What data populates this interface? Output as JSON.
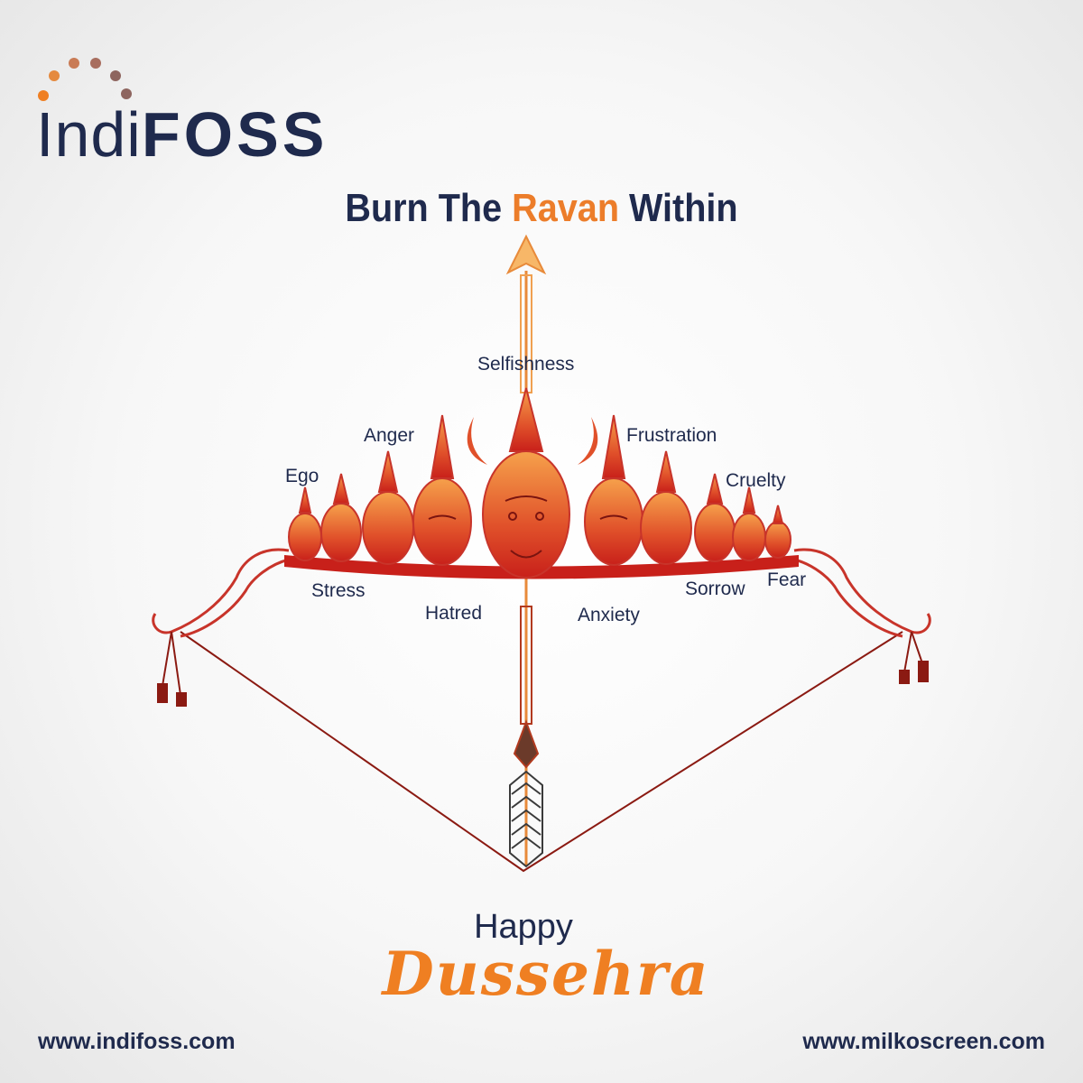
{
  "brand": {
    "name_light": "Indi",
    "name_bold": "FOSS",
    "dot_colors": [
      "#ef7f22",
      "#e58a3f",
      "#c97b55",
      "#a86e5f",
      "#8e655f"
    ]
  },
  "headline": {
    "before": "Burn The ",
    "accent": "Ravan",
    "after": " Within"
  },
  "labels": {
    "selfishness": "Selfishness",
    "anger": "Anger",
    "frustration": "Frustration",
    "ego": "Ego",
    "cruelty": "Cruelty",
    "stress": "Stress",
    "hatred": "Hatred",
    "anxiety": "Anxiety",
    "sorrow": "Sorrow",
    "fear": "Fear"
  },
  "greeting": {
    "line1": "Happy",
    "line2": "Dussehra"
  },
  "footer": {
    "left_url": "www.indifoss.com",
    "right_url": "www.milkoscreen.com"
  },
  "colors": {
    "navy": "#1f2a4d",
    "orange": "#ef7f22",
    "red": "#c8201a",
    "string": "#8b1a12"
  }
}
